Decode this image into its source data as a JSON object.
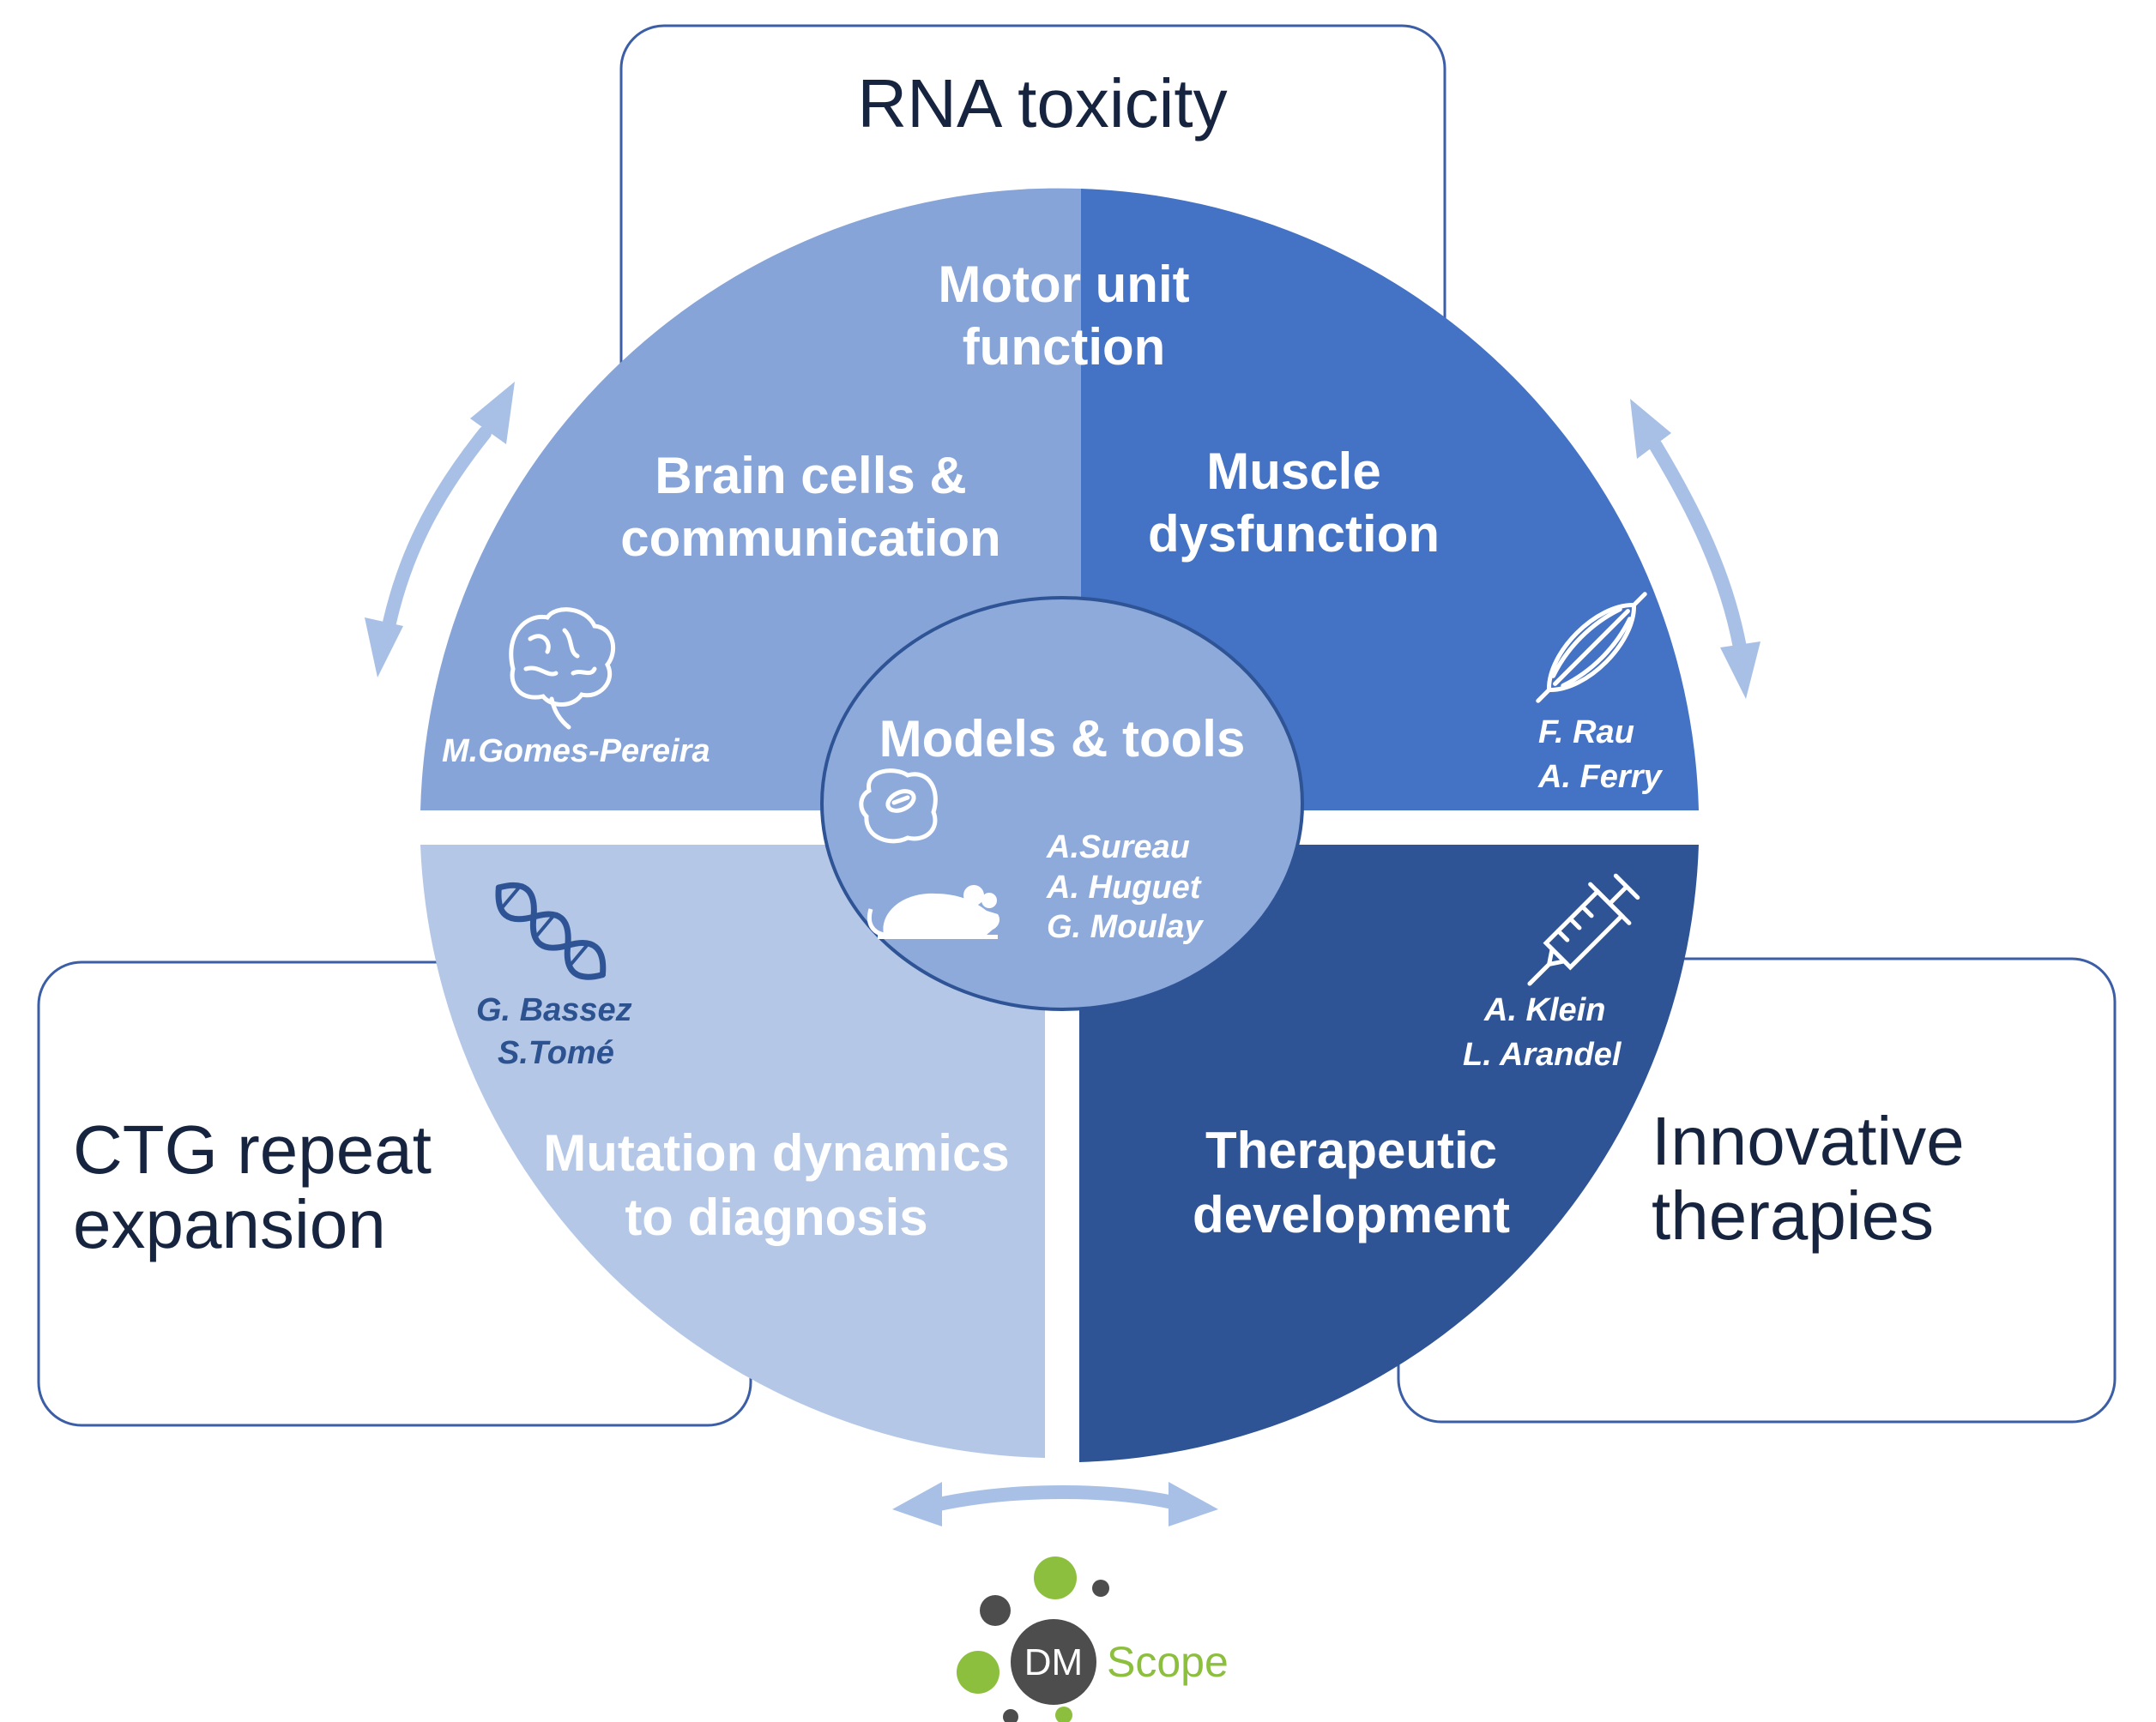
{
  "frames": {
    "top": "RNA toxicity",
    "left": [
      "CTG repeat",
      "expansion"
    ],
    "right": [
      "Innovative",
      "therapies"
    ]
  },
  "sectors": {
    "motor": [
      "Motor unit",
      "function"
    ],
    "brain": [
      "Brain cells &",
      "communication"
    ],
    "muscle": [
      "Muscle",
      "dysfunction"
    ],
    "mutation": [
      "Mutation dynamics",
      "to diagnosis"
    ],
    "therapeutic": [
      "Therapeutic",
      "development"
    ],
    "center": "Models & tools"
  },
  "authors": {
    "brain": "M.Gomes-Pereira",
    "muscle": [
      "F. Rau",
      "A. Ferry"
    ],
    "center": [
      "A.Sureau",
      "A. Huguet",
      "G. Moulay"
    ],
    "mutation": [
      "G. Bassez",
      "S.Tomé"
    ],
    "therapeutic": [
      "A. Klein",
      "L. Arandel"
    ]
  },
  "icons": [
    "brain-icon",
    "muscle-icon",
    "cell-icon",
    "mouse-icon",
    "dna-icon",
    "syringe-icon"
  ],
  "logo": {
    "dm": "DM",
    "scope": "Scope"
  },
  "colors": {
    "brain_sector": "#87a4d8",
    "muscle_sector": "#4472c4",
    "mutation_sector": "#b4c7e7",
    "therapeutic_sector": "#2e5496",
    "center_circle": "#8eaadb",
    "frame_border": "#3b5ea6",
    "arrow": "#a9c0e6",
    "logo_green": "#8dbf3f",
    "logo_grey": "#4d4d4d"
  }
}
